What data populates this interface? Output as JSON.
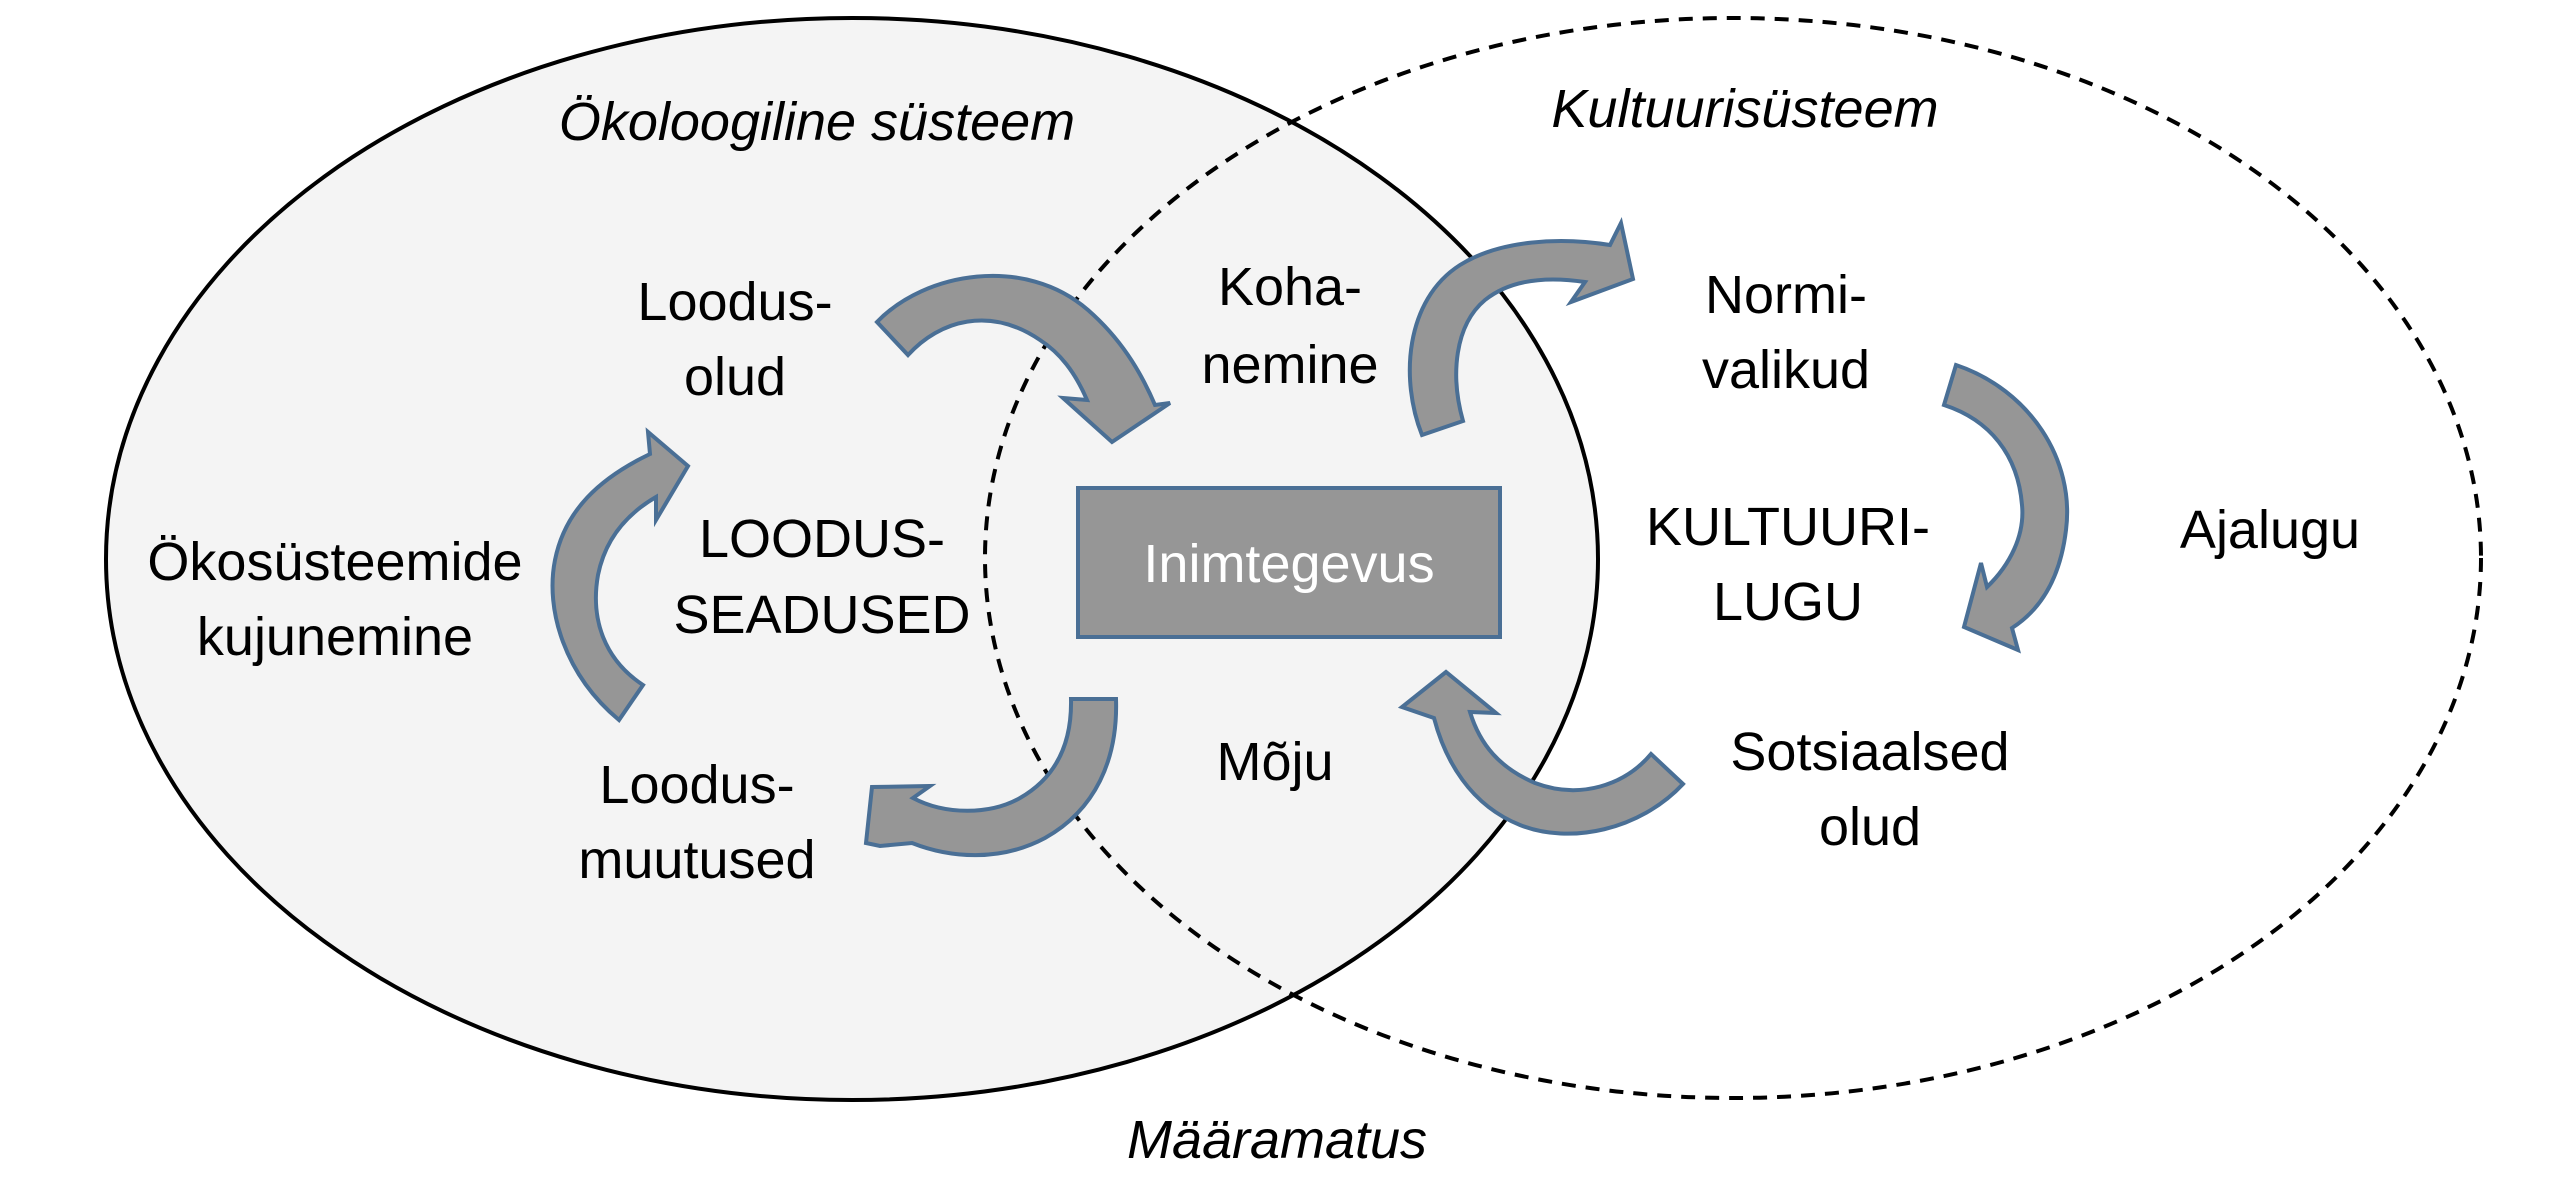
{
  "diagram": {
    "colors": {
      "ecological_fill": "#f4f4f4",
      "ellipse_stroke": "#000000",
      "arrow_fill": "#969696",
      "arrow_stroke": "#4a6f95",
      "center_box_fill": "#969696",
      "center_box_stroke": "#4a6f95",
      "center_box_text": "#ffffff"
    },
    "systems": {
      "ecological": {
        "title": "Ökoloogiline süsteem",
        "border": "solid"
      },
      "cultural": {
        "title": "Kultuurisüsteem",
        "border": "dashed"
      }
    },
    "center": {
      "label": "Inimtegevus"
    },
    "bottom_label": "Määramatus",
    "labels": {
      "loodusolud": [
        "Loodus-",
        "olud"
      ],
      "okosusteemide": [
        "Ökosüsteemide",
        "kujunemine"
      ],
      "loodusseadused": [
        "LOODUS-",
        "SEADUSED"
      ],
      "loodusmuutused": [
        "Loodus-",
        "muutused"
      ],
      "kohanemine": [
        "Koha-",
        "nemine"
      ],
      "moju": [
        "Mõju"
      ],
      "normivalikud": [
        "Normi-",
        "valikud"
      ],
      "kultuurilugu": [
        "KULTUURI-",
        "LUGU"
      ],
      "ajalugu": [
        "Ajalugu"
      ],
      "sotsiaalsed": [
        "Sotsiaalsed",
        "olud"
      ]
    },
    "arrows": [
      {
        "from": "Loodusolud",
        "to": "Inimtegevus"
      },
      {
        "from": "Inimtegevus",
        "to": "Normivalikud"
      },
      {
        "from": "Normivalikud",
        "to": "Sotsiaalsed olud"
      },
      {
        "from": "Sotsiaalsed olud",
        "to": "Inimtegevus"
      },
      {
        "from": "Inimtegevus",
        "to": "Loodusmuutused"
      },
      {
        "from": "Ökosüsteemide kujunemine",
        "to": "Loodusolud"
      }
    ]
  }
}
